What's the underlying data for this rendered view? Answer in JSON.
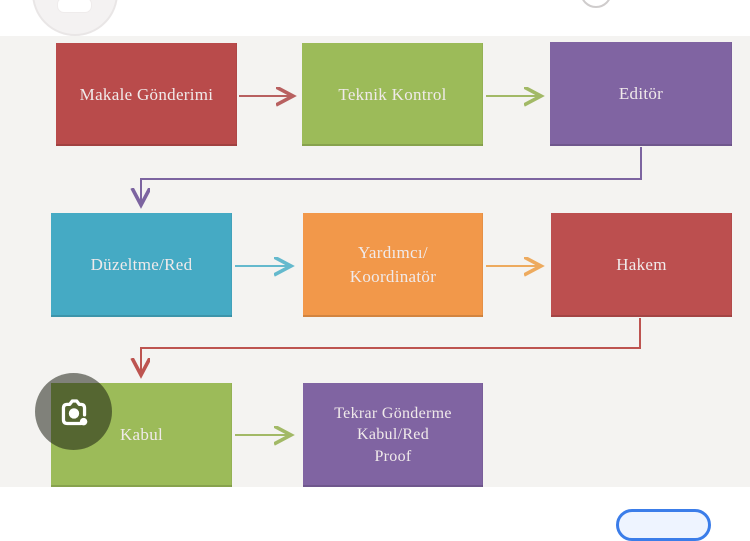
{
  "app": {
    "type": "image-viewer-lens-overlay"
  },
  "colors": {
    "canvas_bg": "#f4f3f1",
    "node_text": "#f0eaea",
    "node_red": "#b94b4b",
    "node_red2": "#bc4f4f",
    "node_green": "#9cbb59",
    "node_purple": "#8064a2",
    "node_teal": "#45aac4",
    "node_orange": "#f2984a",
    "arrow_red": "#b86060",
    "arrow_green": "#a2b966",
    "arrow_purple": "#7c64a0",
    "arrow_teal": "#64b9cd",
    "arrow_orange": "#edaa5e",
    "arrow_red2": "#bd5450",
    "pill_blue": "#3b7de9"
  },
  "flowchart": {
    "nodes": [
      {
        "id": "makale",
        "label": "Makale Gönderimi",
        "color": "#b94b4b"
      },
      {
        "id": "teknik",
        "label": "Teknik Kontrol",
        "color": "#9cbb59"
      },
      {
        "id": "editor",
        "label": "Editör",
        "color": "#8064a2"
      },
      {
        "id": "duzeltme",
        "label": "Düzeltme/Red",
        "color": "#45aac4"
      },
      {
        "id": "yardimci",
        "label": "Yardımcı/\nKoordinatör",
        "color": "#f2984a"
      },
      {
        "id": "hakem",
        "label": "Hakem",
        "color": "#bc4f4f"
      },
      {
        "id": "kabul",
        "label": "Kabul",
        "color": "#9cbb59"
      },
      {
        "id": "tekrar",
        "label": "Tekrar Gönderme\nKabul/Red\nProof",
        "color": "#8064a2"
      }
    ],
    "edges": [
      "Makale Gönderimi → Teknik Kontrol",
      "Teknik Kontrol → Editör",
      "Editör → Düzeltme/Red",
      "Düzeltme/Red → Yardımcı/Koordinatör",
      "Yardımcı/Koordinatör → Hakem",
      "Hakem → Kabul",
      "Kabul → Tekrar Gönderme Kabul/Red Proof"
    ]
  },
  "overlay": {
    "lens_button_icon": "google-lens-camera-icon",
    "shutter_partial_icon": "shutter-button-partial",
    "bottom_pill": "action-pill-button-partial"
  }
}
